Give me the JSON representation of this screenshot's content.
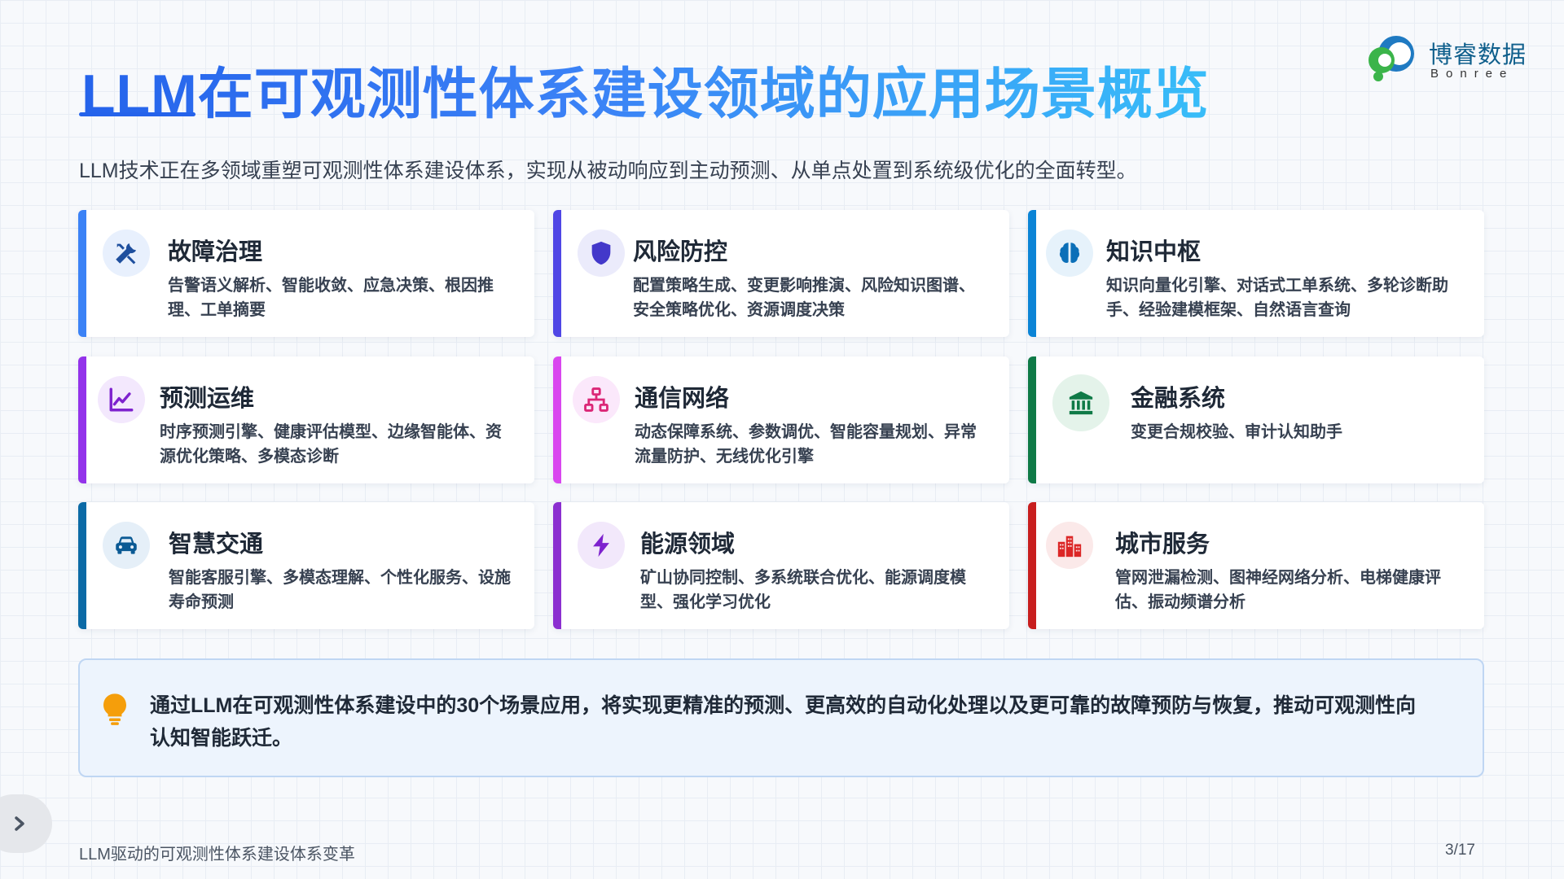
{
  "header": {
    "title": "LLM在可观测性体系建设领域的应用场景概览",
    "logo_cn": "博睿数据",
    "logo_en": "Bonree"
  },
  "subtitle": "LLM技术正在多领域重塑可观测性体系建设体系，实现从被动响应到主动预测、从单点处置到系统级优化的全面转型。",
  "cards": [
    {
      "title": "故障治理",
      "desc": "告警语义解析、智能收敛、应急决策、根因推理、工单摘要",
      "icon": "tools-icon",
      "accent": "#3b82f6",
      "icon_bg": "#e8f0fd"
    },
    {
      "title": "风险防控",
      "desc": "配置策略生成、变更影响推演、风险知识图谱、安全策略优化、资源调度决策",
      "icon": "shield-icon",
      "accent": "#4f46e5",
      "icon_bg": "#ebebfb"
    },
    {
      "title": "知识中枢",
      "desc": "知识向量化引擎、对话式工单系统、多轮诊断助手、经验建模框架、自然语言查询",
      "icon": "brain-icon",
      "accent": "#0b84d6",
      "icon_bg": "#e6f2fb"
    },
    {
      "title": "预测运维",
      "desc": "时序预测引擎、健康评估模型、边缘智能体、资源优化策略、多模态诊断",
      "icon": "chart-line-icon",
      "accent": "#9333ea",
      "icon_bg": "#f3e8fd"
    },
    {
      "title": "通信网络",
      "desc": "动态保障系统、参数调优、智能容量规划、异常流量防护、无线优化引擎",
      "icon": "network-icon",
      "accent": "#d946ef",
      "icon_bg": "#fbe8fb"
    },
    {
      "title": "金融系统",
      "desc": "变更合规校验、审计认知助手",
      "icon": "bank-icon",
      "accent": "#0f7a47",
      "icon_bg": "#e4f3ea"
    },
    {
      "title": "智慧交通",
      "desc": "智能客服引擎、多模态理解、个性化服务、设施寿命预测",
      "icon": "car-icon",
      "accent": "#0b6aa6",
      "icon_bg": "#e5eff8"
    },
    {
      "title": "能源领域",
      "desc": "矿山协同控制、多系统联合优化、能源调度模型、强化学习优化",
      "icon": "bolt-icon",
      "accent": "#8b2fd0",
      "icon_bg": "#f2e8fb"
    },
    {
      "title": "城市服务",
      "desc": "管网泄漏检测、图神经网络分析、电梯健康评估、振动频谱分析",
      "icon": "building-icon",
      "accent": "#c81e1e",
      "icon_bg": "#fbe9e9"
    }
  ],
  "callout": {
    "text": "通过LLM在可观测性体系建设中的30个场景应用，将实现更精准的预测、更高效的自动化处理以及更可靠的故障预防与恢复，推动可观测性向认知智能跃迁。",
    "icon": "lightbulb-icon"
  },
  "footer": {
    "left": "LLM驱动的可观测性体系建设体系变革",
    "page": "3/17"
  },
  "nav": {
    "icon": "chevron-right-icon"
  }
}
